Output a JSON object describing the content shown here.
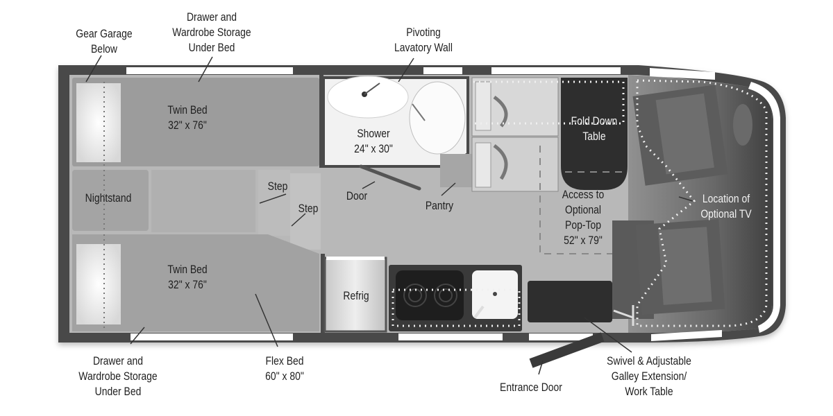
{
  "diagram": {
    "type": "rv-floor-plan",
    "colors": {
      "exterior_wall": "#4a4a4a",
      "floor": "#b7b7b7",
      "bed": "#9a9a9a",
      "pillow": "#eeeeee",
      "window": "#ffffff",
      "dark_fixture": "#2e2e2e",
      "cab_gradient_dark": "#2a2a2a",
      "text": "#1f1f1f",
      "text_light": "#f2f2f2"
    },
    "labels": {
      "gear_garage": [
        "Gear Garage",
        "Below"
      ],
      "storage_top": [
        "Drawer and",
        "Wardrobe Storage",
        "Under Bed"
      ],
      "pivoting_wall": [
        "Pivoting",
        "Lavatory Wall"
      ],
      "twin_bed_top": [
        "Twin Bed",
        "32\" x 76\""
      ],
      "shower": [
        "Shower",
        "24\" x 30\""
      ],
      "fold_down_table": [
        "Fold Down",
        "Table"
      ],
      "nightstand": "Nightstand",
      "step_1": "Step",
      "step_2": "Step",
      "door": "Door",
      "pantry": "Pantry",
      "access_pop_top": [
        "Access to",
        "Optional",
        "Pop-Top",
        "52\" x 79\""
      ],
      "optional_tv": [
        "Location of",
        "Optional TV"
      ],
      "twin_bed_bottom": [
        "Twin Bed",
        "32\" x 76\""
      ],
      "refrig": "Refrig",
      "storage_bottom": [
        "Drawer and",
        "Wardrobe Storage",
        "Under Bed"
      ],
      "flex_bed": [
        "Flex Bed",
        "60\" x 80\""
      ],
      "entrance_door": "Entrance Door",
      "galley_extension": [
        "Swivel & Adjustable",
        "Galley Extension/",
        "Work Table"
      ]
    }
  }
}
